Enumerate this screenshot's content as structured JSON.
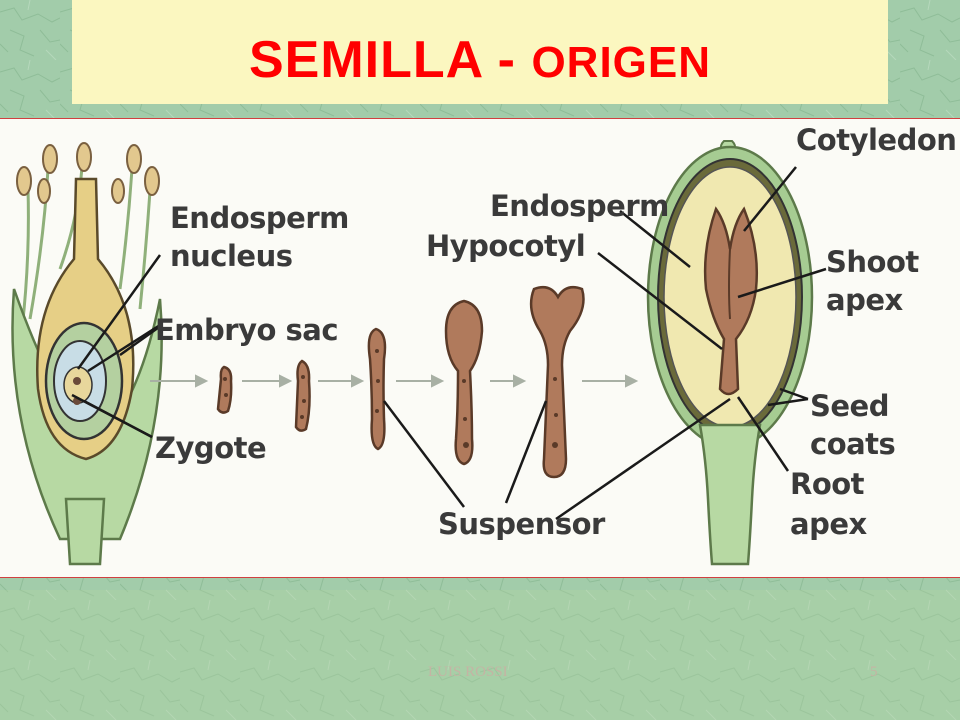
{
  "slide": {
    "title_main": "SEMILLA - ",
    "title_rest": "ORIGEN",
    "author": "LUIS ROSSI",
    "page_number": "5"
  },
  "diagram": {
    "labels": {
      "endosperm_nucleus_1": "Endosperm",
      "endosperm_nucleus_2": "nucleus",
      "embryo_sac": "Embryo sac",
      "zygote": "Zygote",
      "endosperm": "Endosperm",
      "hypocotyl": "Hypocotyl",
      "suspensor": "Suspensor",
      "cotyledon": "Cotyledon",
      "shoot_apex_1": "Shoot",
      "shoot_apex_2": "apex",
      "seed_coats_1": "Seed",
      "seed_coats_2": "coats",
      "root_apex_1": "Root",
      "root_apex_2": "apex"
    }
  },
  "colors": {
    "title": "#ff0000",
    "background": "#9fcaa7",
    "title_box": "#fbf7c0",
    "embryo": "#b07a5c",
    "seed_coat": "#9cc48c",
    "endosperm": "#f0e8b0"
  }
}
